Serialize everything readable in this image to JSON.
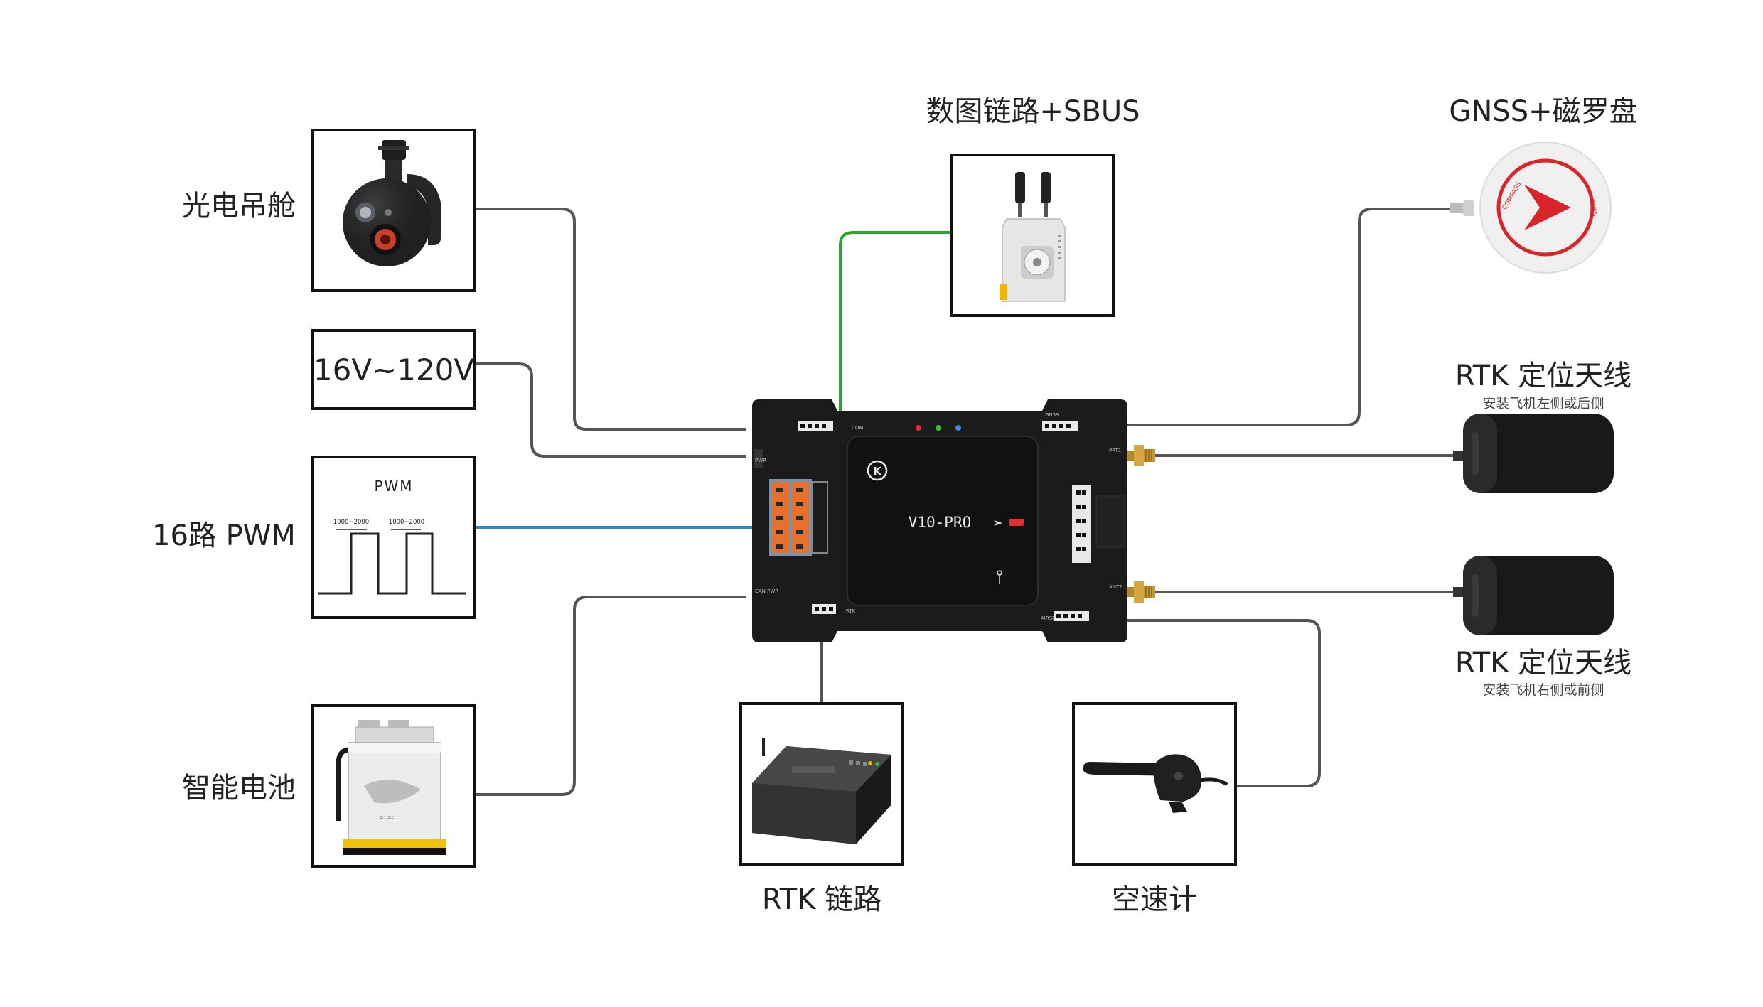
{
  "labels": {
    "gimbal": "光电吊舱",
    "voltage": "16V~120V",
    "pwm": "16路 PWM",
    "battery": "智能电池",
    "datalink": "数图链路+SBUS",
    "gnss": "GNSS+磁罗盘",
    "rtk_antenna_1": "RTK 定位天线",
    "rtk_antenna_1_note": "安装飞机左侧或后侧",
    "rtk_antenna_2": "RTK 定位天线",
    "rtk_antenna_2_note": "安装飞机右侧或前侧",
    "rtk_link": "RTK 链路",
    "airspeed": "空速计"
  },
  "pwm_chart": {
    "title": "PWM",
    "pulse_1": "1000~2000",
    "pulse_2": "1000~2000"
  },
  "controller": {
    "model": "V10-PRO",
    "logo": "K",
    "port_labels": [
      "COM",
      "PWR",
      "GNSS",
      "PRT1",
      "ANT2",
      "AIRSP",
      "RTK",
      "CAN PWR"
    ]
  },
  "compass_text": {
    "ring_left": "COMPASS",
    "ring_right": "GNSS"
  },
  "colors": {
    "wire_gray": "#555555",
    "wire_green": "#2aa52a",
    "wire_blue": "#2a8ad0",
    "controller_body": "#1b1b1b",
    "connector_orange": "#e8702a",
    "compass_red": "#d9252a"
  }
}
